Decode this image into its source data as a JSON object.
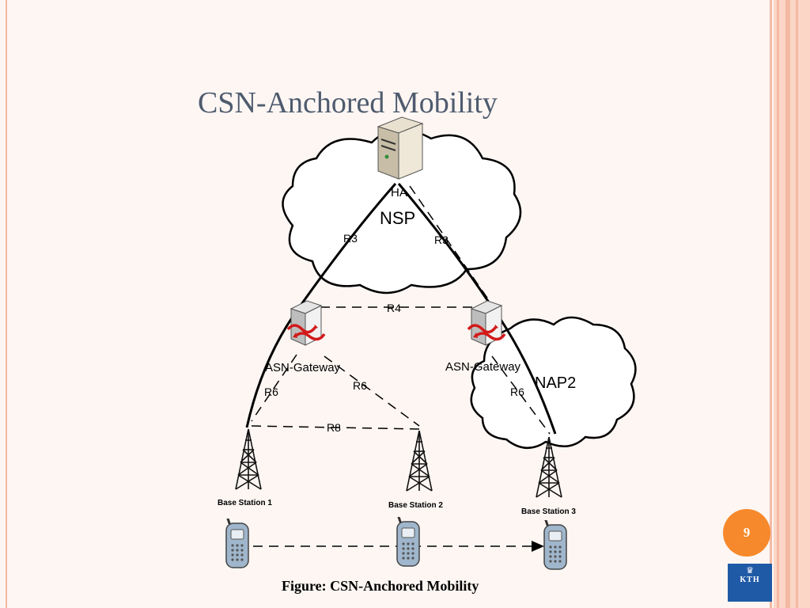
{
  "slide": {
    "title": "CSN-Anchored Mobility",
    "caption": "Figure: CSN-Anchored Mobility",
    "page_number": "9",
    "logo_text": "KTH"
  },
  "diagram": {
    "clouds": {
      "nsp": "NSP",
      "nap2": "NAP2"
    },
    "home_agent": "HA",
    "gateways": {
      "left": "ASN-Gateway",
      "right": "ASN-Gateway"
    },
    "links": {
      "r3_left": "R3",
      "r3_right": "R3",
      "r4": "R4",
      "r6_left": "R6",
      "r6_mid": "R6",
      "r6_right": "R6",
      "r8": "R8"
    },
    "base_stations": [
      "Base Station 1",
      "Base Station 2",
      "Base Station 3"
    ]
  },
  "colors": {
    "title": "#4e5b6e",
    "badge": "#f6892b",
    "accent_stripes": "#f4b9a3",
    "logo": "#1f5aa6"
  }
}
